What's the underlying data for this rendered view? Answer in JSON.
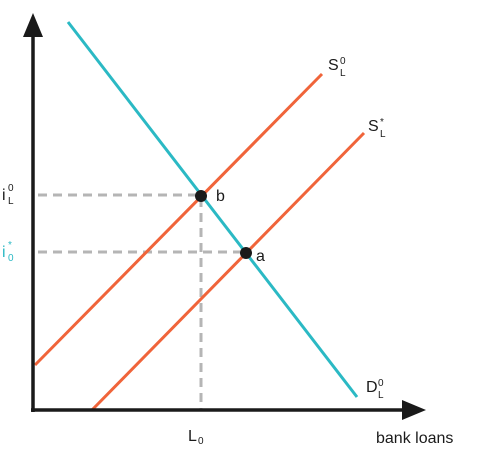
{
  "diagram": {
    "x_axis_label": "bank loans",
    "quantity_label": "L",
    "quantity_sub": "0",
    "rate_original": {
      "main": "i",
      "sub": "L",
      "sup": "0"
    },
    "rate_new": {
      "main": "i",
      "sub": "0",
      "sup": "*"
    },
    "supply_original": {
      "main": "S",
      "sub": "L",
      "sup": "0"
    },
    "supply_new": {
      "main": "S",
      "sub": "L",
      "sup": "*"
    },
    "demand": {
      "main": "D",
      "sub": "L",
      "sup": "0"
    },
    "point_b": "b",
    "point_a": "a",
    "colors": {
      "axis": "#1a1a1a",
      "supply": "#f0643a",
      "demand": "#2bb9c4",
      "guide": "#b5b5b5",
      "point": "#1a1a1a"
    }
  }
}
